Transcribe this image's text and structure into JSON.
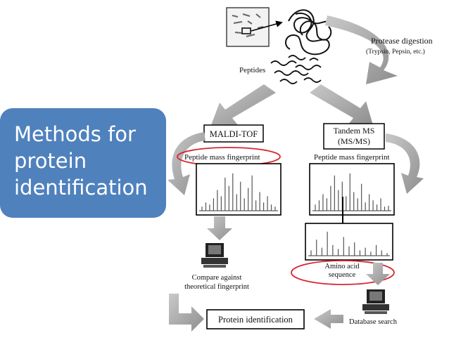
{
  "callout": {
    "lines": [
      "Methods for",
      "protein",
      "identification"
    ]
  },
  "diagram": {
    "protease_label": "Protease digestion",
    "protease_examples": "(Trypsin, Pepsin, etc.)",
    "peptides_label": "Peptides",
    "maldi_title": "MALDI-TOF",
    "tandem_title_line1": "Tandem MS",
    "tandem_title_line2": "(MS/MS)",
    "pmf_left": "Peptide mass  fingerprint",
    "pmf_right": "Peptide mass  fingerprint",
    "amino_line1": "Amino acid",
    "amino_line2": "sequence",
    "compare_line1": "Compare against",
    "compare_line2": "theoretical fingerprint",
    "protein_identification": "Protein identification",
    "database_search": "Database search"
  },
  "colors": {
    "callout_fill": "#4f81bd",
    "highlight_ring": "#d9262e",
    "arrow_gray": "#9a9a9a"
  }
}
